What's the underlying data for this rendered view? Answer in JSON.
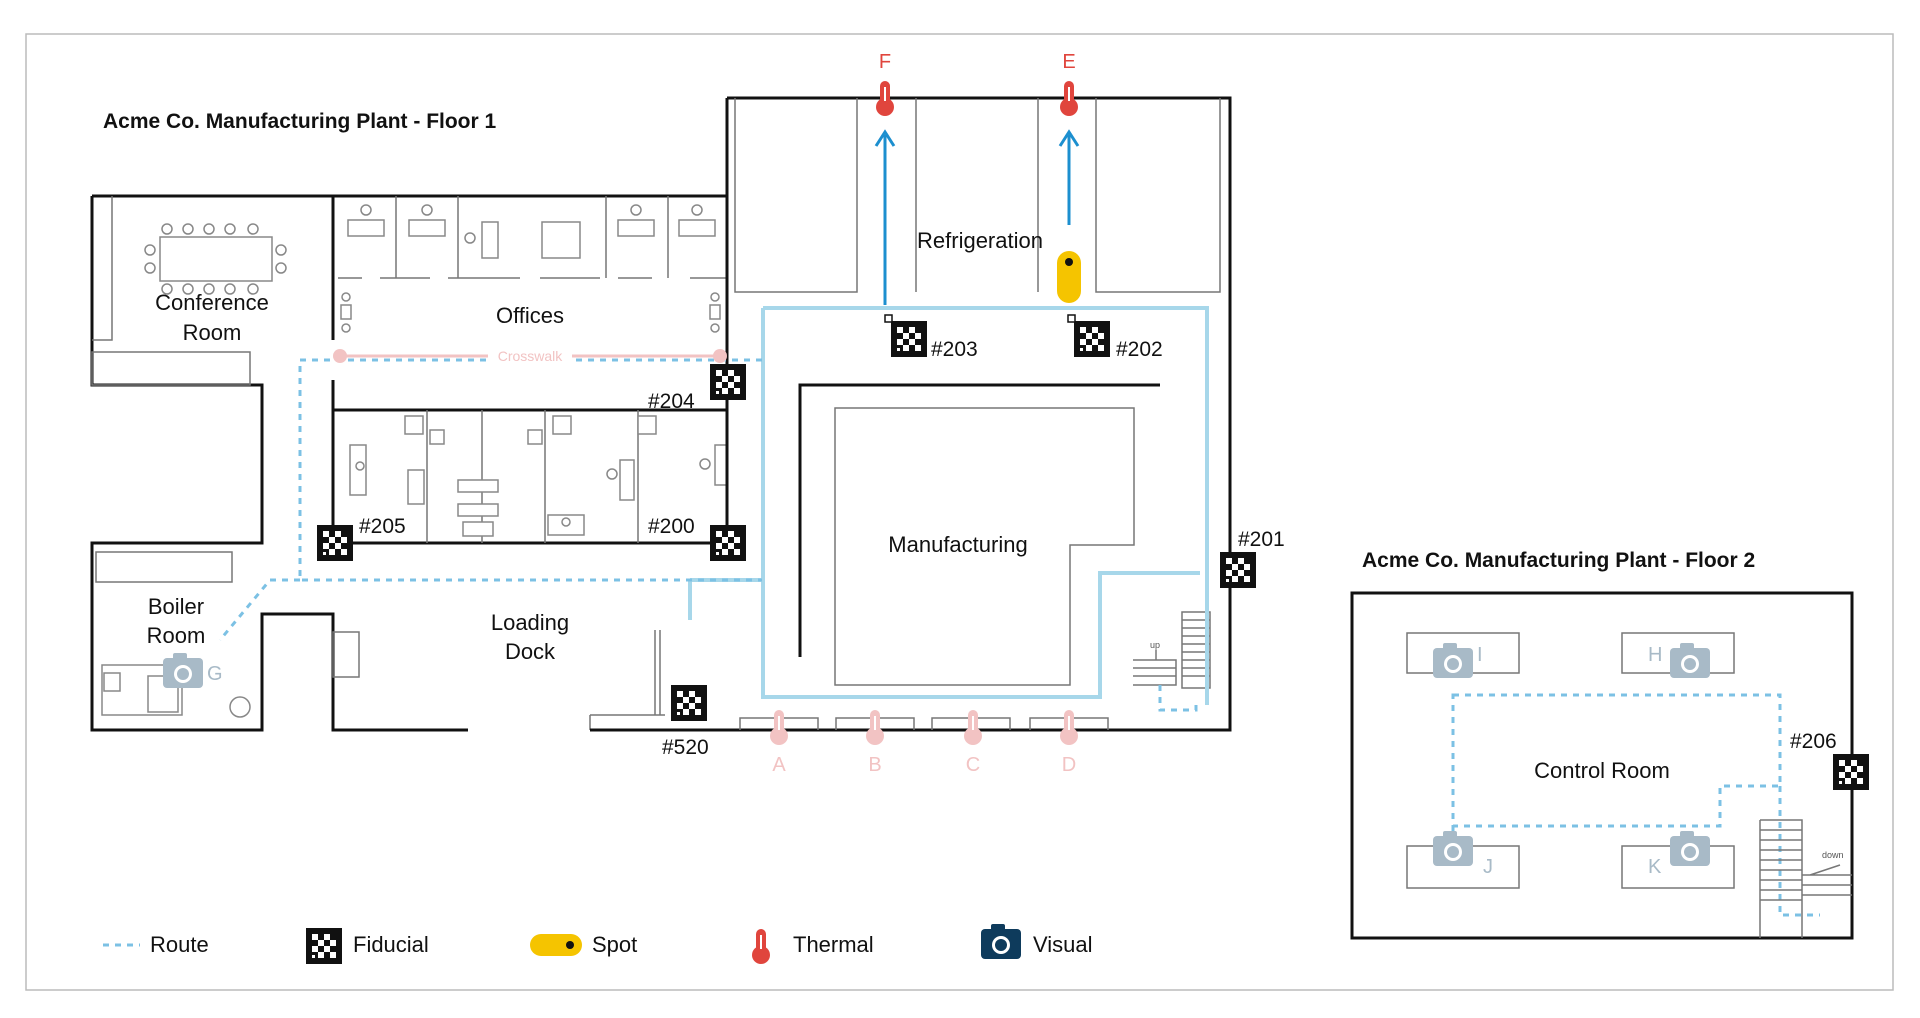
{
  "floor1": {
    "title": "Acme Co. Manufacturing Plant -  Floor 1",
    "rooms": {
      "conference_line1": "Conference",
      "conference_line2": "Room",
      "offices": "Offices",
      "refrigeration": "Refrigeration",
      "manufacturing": "Manufacturing",
      "boiler_line1": "Boiler",
      "boiler_line2": "Room",
      "loading_line1": "Loading",
      "loading_line2": "Dock",
      "crosswalk": "Crosswalk"
    },
    "fiducials": [
      "#203",
      "#202",
      "#204",
      "#205",
      "#200",
      "#201",
      "#520"
    ],
    "thermal_points": [
      "F",
      "E",
      "A",
      "B",
      "C",
      "D"
    ],
    "visual_points": [
      "G"
    ]
  },
  "floor2": {
    "title": "Acme Co. Manufacturing Plant -  Floor 2",
    "rooms": {
      "control_room": "Control Room"
    },
    "fiducials": [
      "#206"
    ],
    "visual_points": [
      "I",
      "H",
      "J",
      "K"
    ],
    "stairs_label": "down"
  },
  "floor1_stairs_label": "up",
  "legend": {
    "route": "Route",
    "fiducial": "Fiducial",
    "spot": "Spot",
    "thermal": "Thermal",
    "visual": "Visual"
  },
  "colors": {
    "route": "#7cc1e4",
    "route_active": "#1c8fcf",
    "thermal_active": "#e0453d",
    "thermal_inactive": "#f2c3c3",
    "spot": "#f5c400",
    "visual": "#0e3b5c",
    "visual_inactive": "#9fb3c2"
  }
}
